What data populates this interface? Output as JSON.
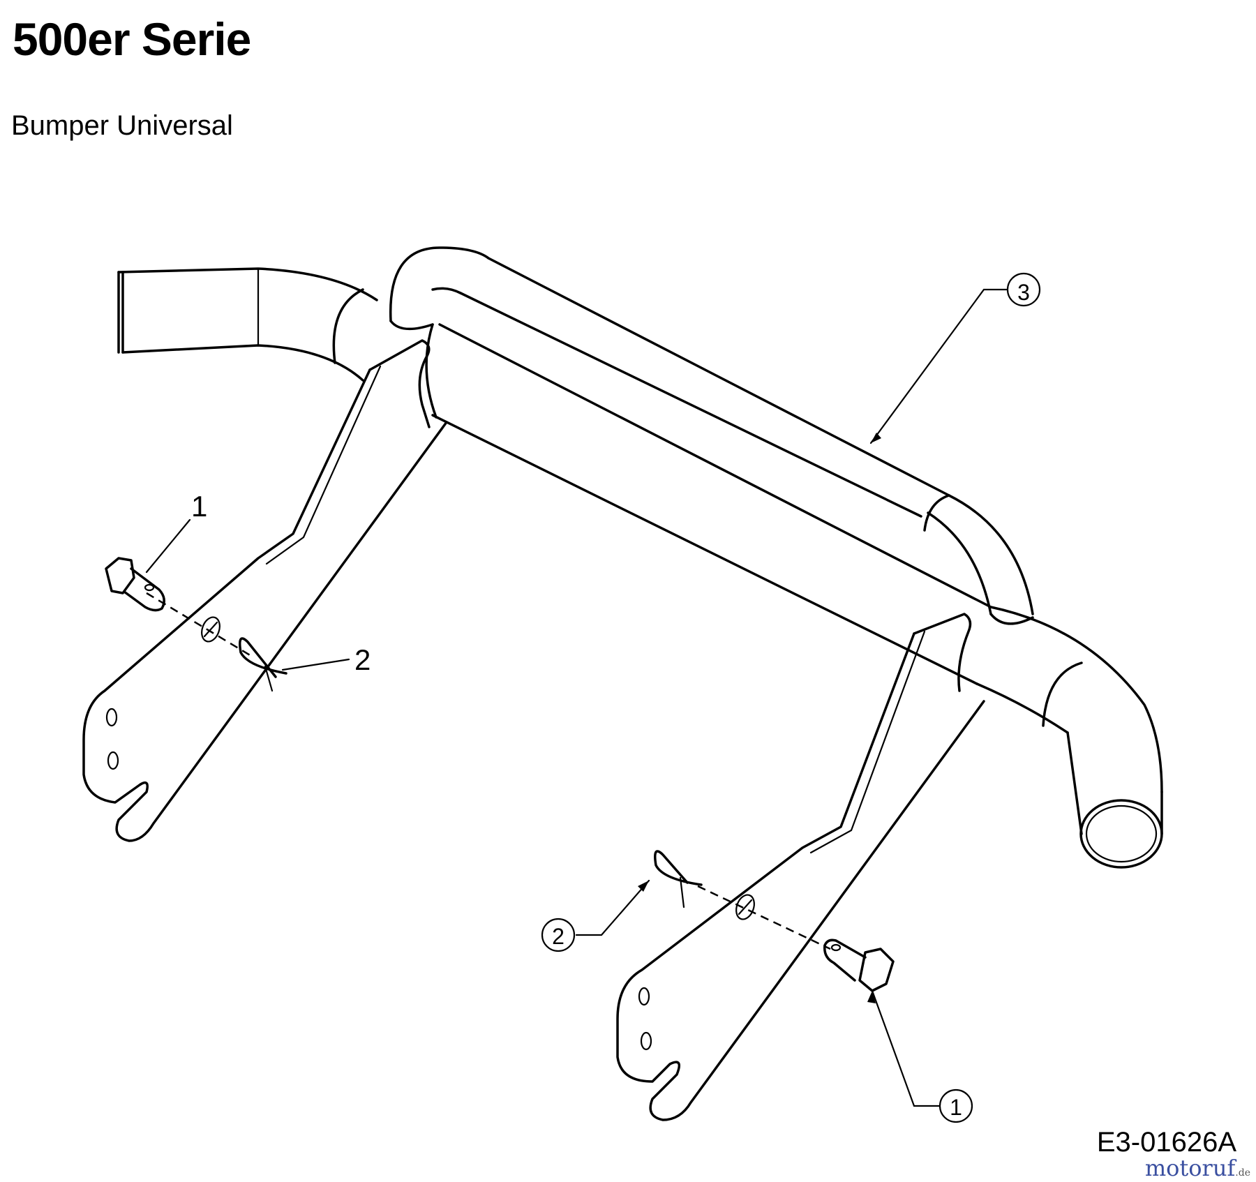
{
  "header": {
    "title": "500er Serie",
    "subtitle": "Bumper Universal"
  },
  "diagram": {
    "callouts": [
      {
        "id": "c1-left",
        "label": "1",
        "circled": false
      },
      {
        "id": "c2-left",
        "label": "2",
        "circled": false
      },
      {
        "id": "c3",
        "label": "3",
        "circled": true
      },
      {
        "id": "c2-right",
        "label": "2",
        "circled": true
      },
      {
        "id": "c1-right",
        "label": "1",
        "circled": true
      }
    ]
  },
  "footer": {
    "drawing_code": "E3-01626A",
    "watermark": "motoruf",
    "watermark_suffix": ".de"
  }
}
